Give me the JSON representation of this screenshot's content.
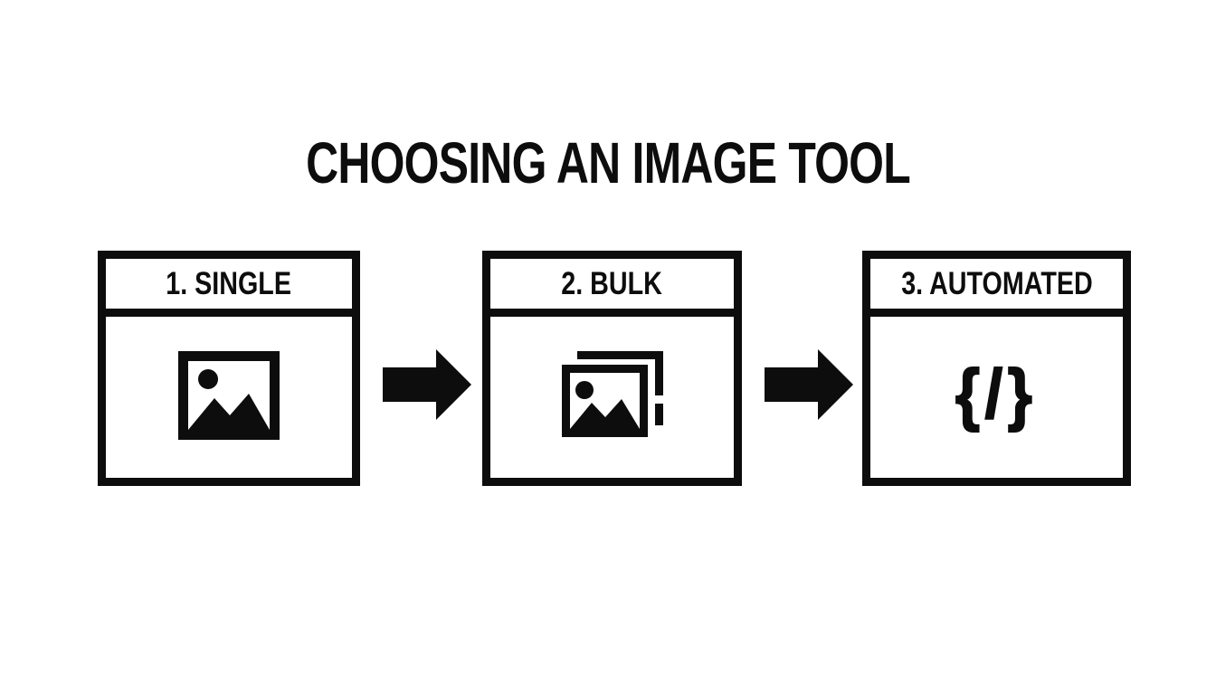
{
  "title": "CHOOSING AN IMAGE TOOL",
  "colors": {
    "background": "#ffffff",
    "ink": "#0d0d0d"
  },
  "steps": [
    {
      "label": "1. SINGLE",
      "icon": "single-image-icon"
    },
    {
      "label": "2. BULK",
      "icon": "bulk-images-icon"
    },
    {
      "label": "3. AUTOMATED",
      "icon": "code-icon",
      "glyph": "{/}"
    }
  ],
  "connectors": [
    {
      "icon": "arrow-right-icon"
    },
    {
      "icon": "arrow-right-icon"
    }
  ]
}
